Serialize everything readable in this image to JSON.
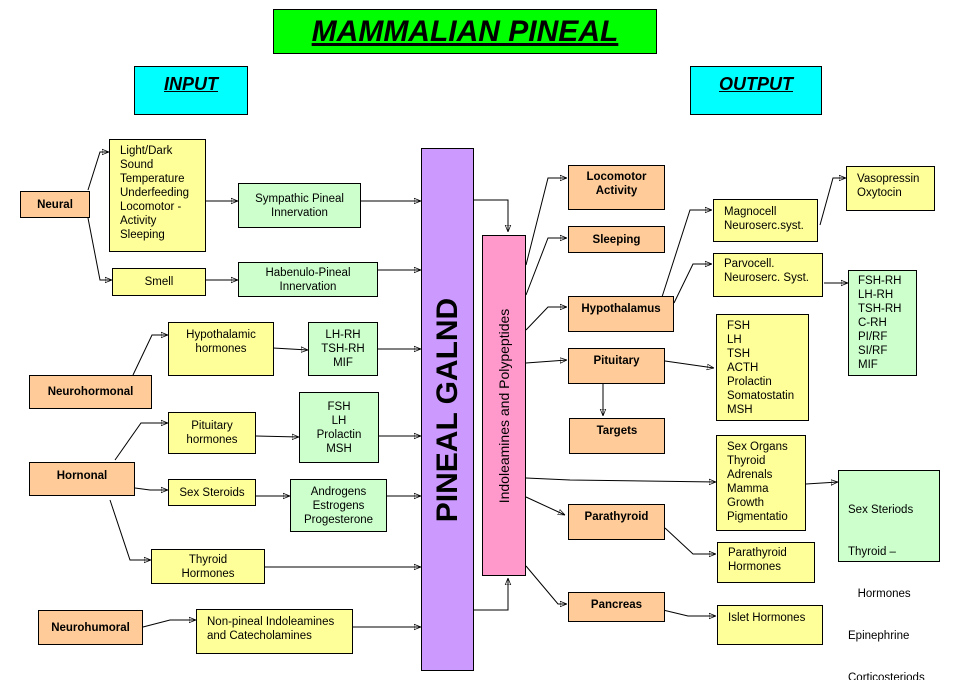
{
  "title": "MAMMALIAN PINEAL",
  "input_header": "INPUT",
  "output_header": "OUTPUT",
  "center": {
    "gland": "PINEAL GALND",
    "products": "Indoleamines and Polypeptides"
  },
  "inputs": {
    "neural": "Neural",
    "neural_stimuli": [
      "Light/Dark",
      "Sound",
      "Temperature",
      "Underfeeding",
      "Locomotor -",
      "Activity",
      "Sleeping"
    ],
    "smell": "Smell",
    "sympathetic": [
      "Sympathic Pineal",
      "Innervation"
    ],
    "habenulo": [
      "Habenulo-Pineal",
      "Innervation"
    ],
    "neurohormonal": "Neurohormonal",
    "hypothalamic_hormones": [
      "Hypothalamic",
      "hormones"
    ],
    "releasing_hormones": [
      "LH-RH",
      "TSH-RH",
      "MIF"
    ],
    "hornonal": "Hornonal",
    "pituitary_hormones": [
      "Pituitary",
      "hormones"
    ],
    "pituitary_list": [
      "FSH",
      "LH",
      "Prolactin",
      "MSH"
    ],
    "sex_steroids": "Sex Steroids",
    "steroid_list": [
      "Androgens",
      "Estrogens",
      "Progesterone"
    ],
    "thyroid_hormones": [
      "Thyroid",
      "Hormones"
    ],
    "neurohumoral": "Neurohumoral",
    "nonpineal": [
      "Non-pineal Indoleamines",
      "and Catecholamines"
    ]
  },
  "outputs": {
    "locomotor": [
      "Locomotor",
      "Activity"
    ],
    "sleeping": "Sleeping",
    "hypothalamus": "Hypothalamus",
    "magnocell": [
      "Magnocell",
      "Neuroserc.syst."
    ],
    "vasopressin": [
      "Vasopressin",
      "Oxytocin"
    ],
    "parvocell": [
      "Parvocell.",
      "Neuroserc. Syst."
    ],
    "releasing_list": [
      "FSH-RH",
      "LH-RH",
      "TSH-RH",
      "C-RH",
      "PI/RF",
      "SI/RF",
      "MIF"
    ],
    "pituitary": "Pituitary",
    "pituitary_list": [
      "FSH",
      "LH",
      "TSH",
      "ACTH",
      "Prolactin",
      "Somatostatin",
      "MSH"
    ],
    "targets": "Targets",
    "organs": [
      "Sex Organs",
      "Thyroid",
      "Adrenals",
      "Mamma",
      "Growth",
      "Pigmentatio"
    ],
    "organ_hormones": [
      "Sex Steriods",
      "Thyroid –",
      "   Hormones",
      "Epinephrine",
      "Corticosteriods"
    ],
    "parathyroid": "Parathyroid",
    "parathyroid_hormones": [
      "Parathyroid",
      "Hormones"
    ],
    "pancreas": "Pancreas",
    "islet": "Islet Hormones"
  },
  "colors": {
    "title_bg": "#00ff00",
    "header_bg": "#00ffff",
    "category_bg": "#ffcc99",
    "item_bg": "#ffff99",
    "hormone_bg": "#ccffcc",
    "gland_bg": "#cc99ff",
    "products_bg": "#ff99cc"
  }
}
